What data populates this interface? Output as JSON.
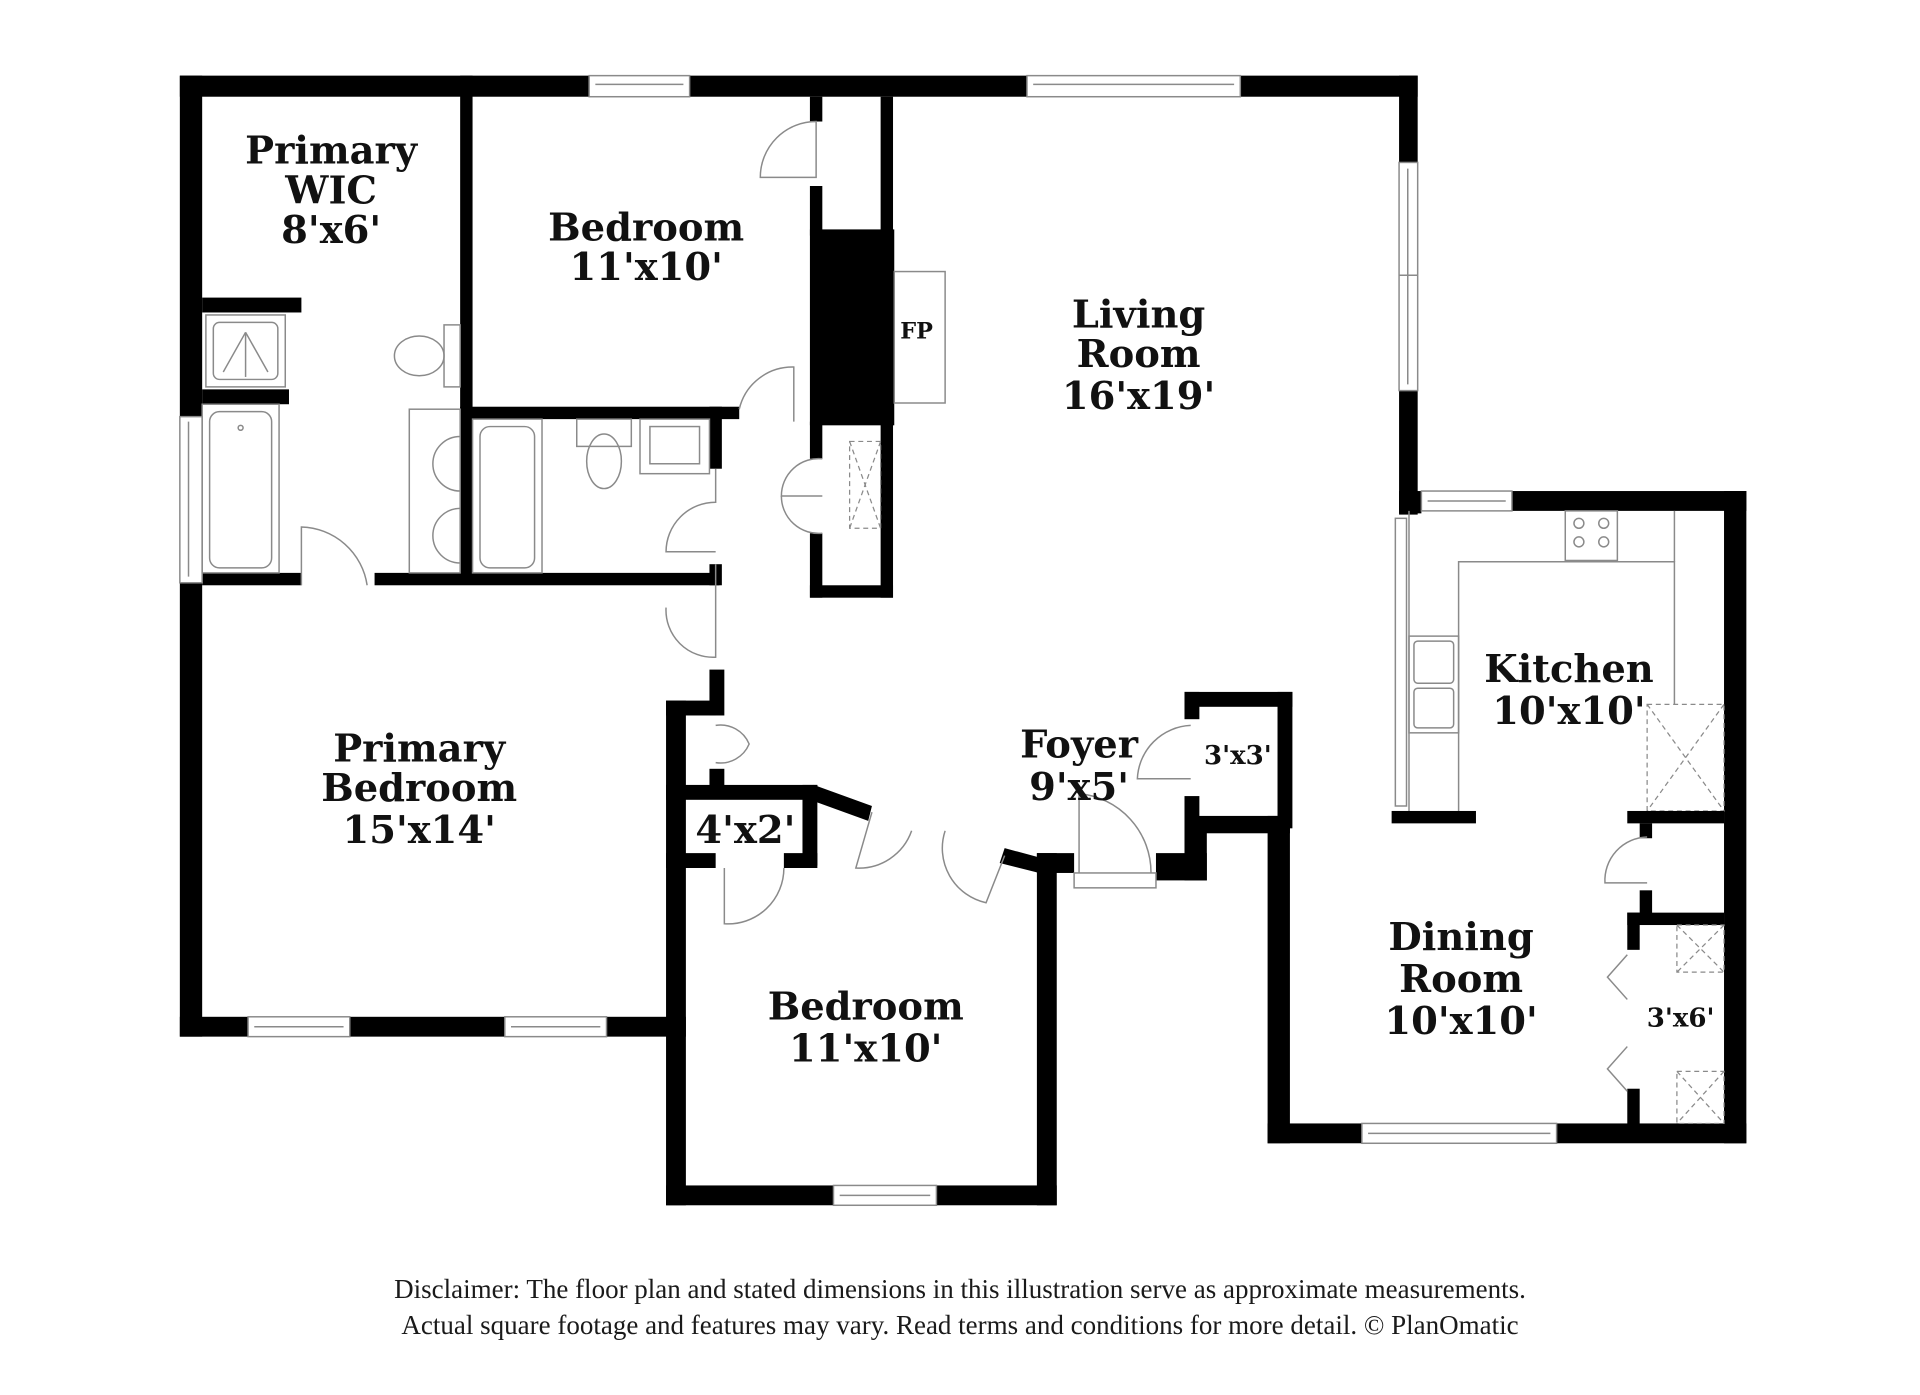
{
  "floor_plan": {
    "rooms": [
      {
        "id": "primary-wic",
        "name_lines": [
          "Primary",
          "WIC"
        ],
        "dimensions": "8'x6'"
      },
      {
        "id": "bedroom-north",
        "name_lines": [
          "Bedroom"
        ],
        "dimensions": "11'x10'"
      },
      {
        "id": "living-room",
        "name_lines": [
          "Living",
          "Room"
        ],
        "dimensions": "16'x19'"
      },
      {
        "id": "kitchen",
        "name_lines": [
          "Kitchen"
        ],
        "dimensions": "10'x10'"
      },
      {
        "id": "primary-bedroom",
        "name_lines": [
          "Primary",
          "Bedroom"
        ],
        "dimensions": "15'x14'"
      },
      {
        "id": "foyer",
        "name_lines": [
          "Foyer"
        ],
        "dimensions": "9'x5'"
      },
      {
        "id": "closet-foyer",
        "name_lines": [],
        "dimensions": "3'x3'"
      },
      {
        "id": "closet-hall",
        "name_lines": [],
        "dimensions": "4'x2'"
      },
      {
        "id": "bedroom-south",
        "name_lines": [
          "Bedroom"
        ],
        "dimensions": "11'x10'"
      },
      {
        "id": "dining-room",
        "name_lines": [
          "Dining",
          "Room"
        ],
        "dimensions": "10'x10'"
      },
      {
        "id": "closet-dining",
        "name_lines": [],
        "dimensions": "3'x6'"
      }
    ],
    "fixtures": {
      "fireplace_label": "FP"
    },
    "colors": {
      "walls": "#000000",
      "fixtures": "#8a8a8a",
      "background": "#ffffff"
    }
  },
  "disclaimer": {
    "line1": "Disclaimer: The floor plan and stated dimensions in this illustration serve as approximate measurements.",
    "line2": "Actual square footage and features may vary. Read terms and conditions for more detail. © PlanOmatic"
  }
}
